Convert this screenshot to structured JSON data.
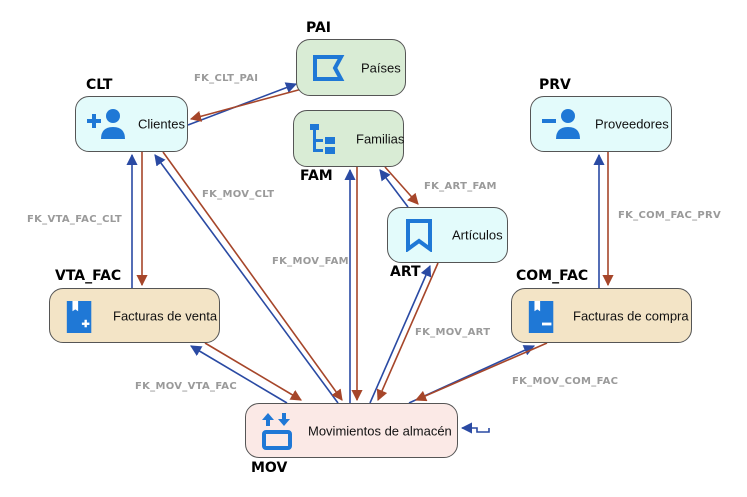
{
  "diagram": {
    "colors": {
      "fk_forward": "#2a4aa3",
      "fk_reverse": "#a6462a",
      "icon": "#1f78d6",
      "edge_label": "#9a9a9a"
    },
    "nodes": [
      {
        "id": "PAI",
        "code": "PAI",
        "label": "Países",
        "icon": "flag-icon",
        "fill": "green"
      },
      {
        "id": "CLT",
        "code": "CLT",
        "label": "Clientes",
        "icon": "person-add-icon",
        "fill": "cyan"
      },
      {
        "id": "FAM",
        "code": "FAM",
        "label": "Familias",
        "icon": "hierarchy-icon",
        "fill": "green"
      },
      {
        "id": "PRV",
        "code": "PRV",
        "label": "Proveedores",
        "icon": "person-remove-icon",
        "fill": "cyan"
      },
      {
        "id": "ART",
        "code": "ART",
        "label": "Artículos",
        "icon": "bookmark-icon",
        "fill": "cyan"
      },
      {
        "id": "VTA_FAC",
        "code": "VTA_FAC",
        "label": "Facturas de venta",
        "icon": "invoice-add-icon",
        "fill": "tan"
      },
      {
        "id": "COM_FAC",
        "code": "COM_FAC",
        "label": "Facturas de compra",
        "icon": "invoice-remove-icon",
        "fill": "tan"
      },
      {
        "id": "MOV",
        "code": "MOV",
        "label": "Movimientos de almacén",
        "icon": "transfer-icon",
        "fill": "pink"
      }
    ],
    "edges": [
      {
        "name": "FK_CLT_PAI",
        "from": "CLT",
        "to": "PAI"
      },
      {
        "name": "FK_VTA_FAC_CLT",
        "from": "VTA_FAC",
        "to": "CLT"
      },
      {
        "name": "FK_MOV_CLT",
        "from": "MOV",
        "to": "CLT"
      },
      {
        "name": "FK_MOV_FAM",
        "from": "MOV",
        "to": "FAM"
      },
      {
        "name": "FK_ART_FAM",
        "from": "ART",
        "to": "FAM"
      },
      {
        "name": "FK_MOV_ART",
        "from": "MOV",
        "to": "ART"
      },
      {
        "name": "FK_COM_FAC_PRV",
        "from": "COM_FAC",
        "to": "PRV"
      },
      {
        "name": "FK_MOV_VTA_FAC",
        "from": "MOV",
        "to": "VTA_FAC"
      },
      {
        "name": "FK_MOV_COM_FAC",
        "from": "MOV",
        "to": "COM_FAC"
      },
      {
        "name": "",
        "from": "MOV",
        "to": "MOV"
      }
    ]
  }
}
